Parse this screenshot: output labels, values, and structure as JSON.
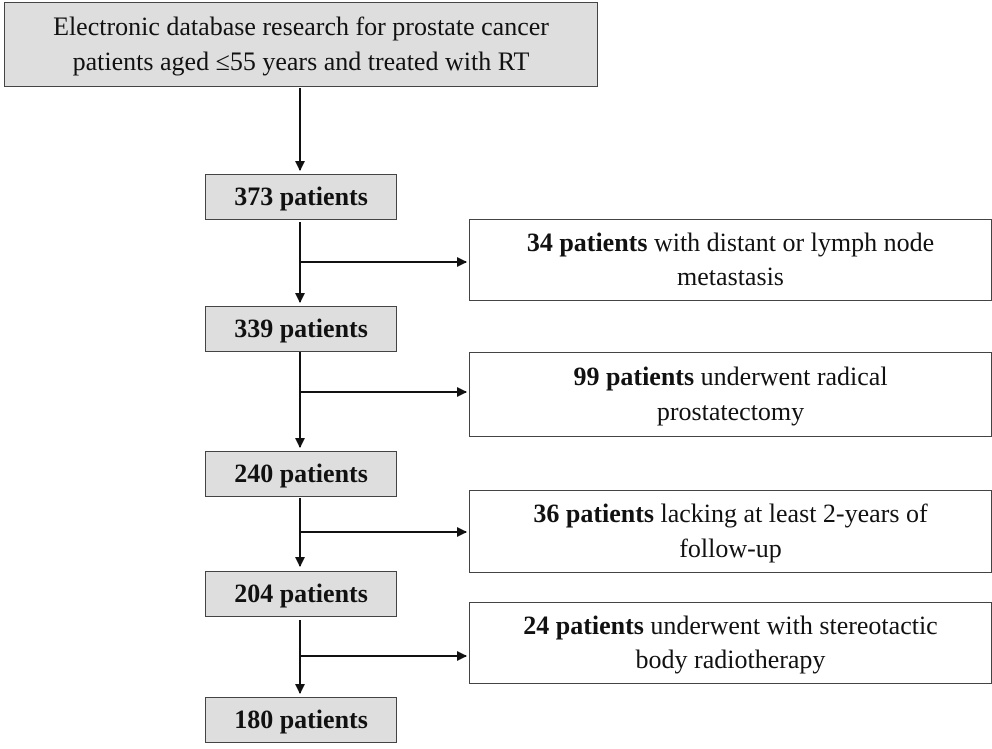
{
  "source_box": {
    "line1": "Electronic database research for prostate cancer",
    "line2": "patients aged ≤55 years and treated with RT"
  },
  "counts": [
    "373 patients",
    "339 patients",
    "240 patients",
    "204 patients",
    "180 patients"
  ],
  "exclusions": [
    {
      "bold": "34 patients",
      "text1": " with distant or lymph node",
      "text2": "metastasis"
    },
    {
      "bold": "99 patients",
      "text1": " underwent radical",
      "text2": "prostatectomy"
    },
    {
      "bold": "36 patients",
      "text1": " lacking at least 2-years of",
      "text2": "follow-up"
    },
    {
      "bold": "24 patients",
      "text1": " underwent with stereotactic",
      "text2": "body radiotherapy"
    }
  ],
  "colors": {
    "step_fill": "#dedede",
    "exclusion_fill": "#ffffff",
    "border": "#444444",
    "arrow": "#111111"
  }
}
